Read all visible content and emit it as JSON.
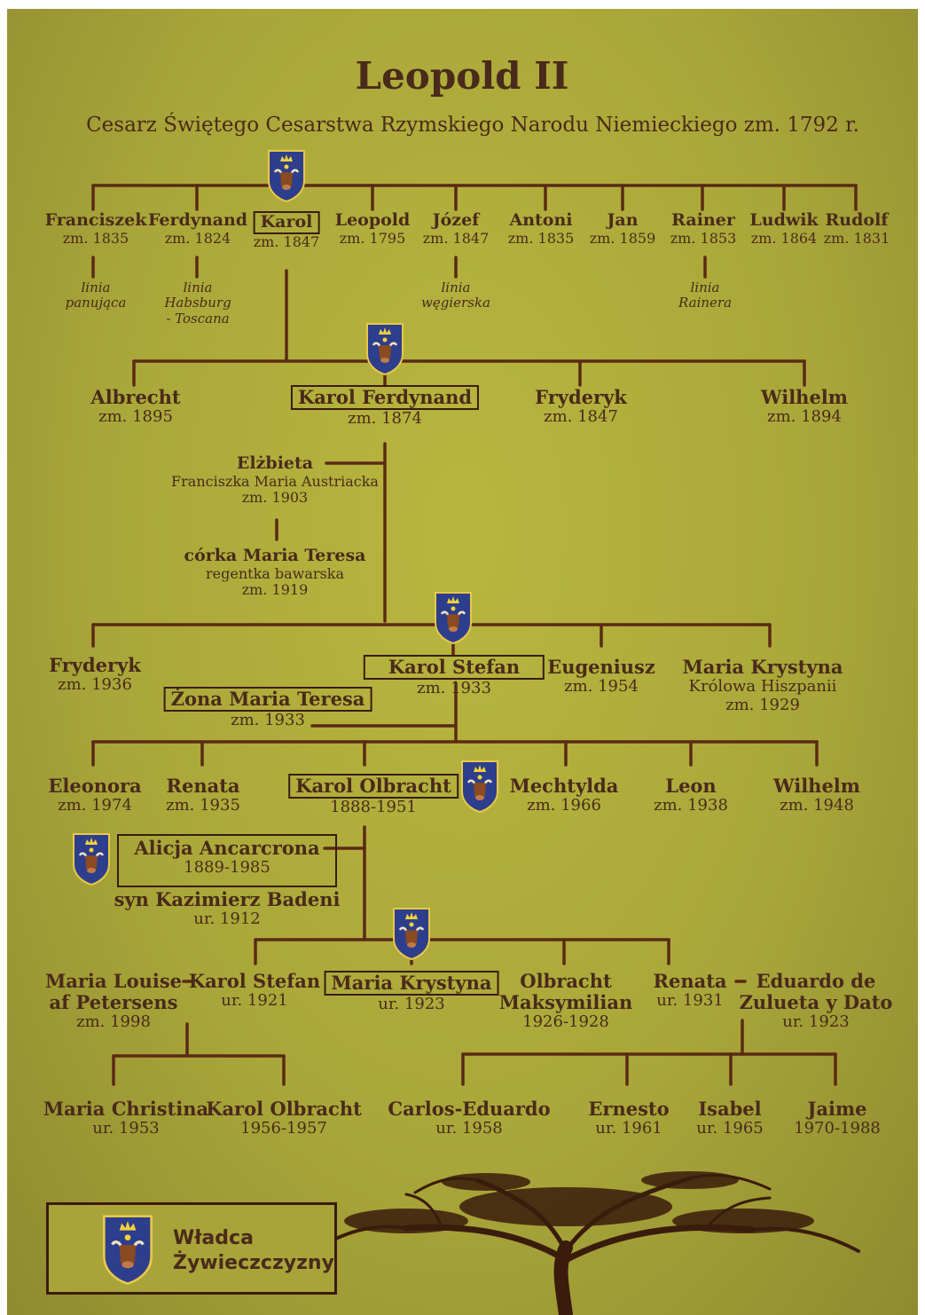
{
  "header": {
    "title": "Leopold II",
    "subtitle": "Cesarz Świętego Cesarstwa Rzymskiego Narodu Niemieckiego zm. 1792 r."
  },
  "gen1": [
    {
      "name": "Franciszek",
      "date": "zm. 1835"
    },
    {
      "name": "Ferdynand",
      "date": "zm. 1824"
    },
    {
      "name": "Karol",
      "date": "zm. 1847"
    },
    {
      "name": "Leopold",
      "date": "zm. 1795"
    },
    {
      "name": "Józef",
      "date": "zm. 1847"
    },
    {
      "name": "Antoni",
      "date": "zm. 1835"
    },
    {
      "name": "Jan",
      "date": "zm. 1859"
    },
    {
      "name": "Rainer",
      "date": "zm. 1853"
    },
    {
      "name": "Ludwik",
      "date": "zm. 1864"
    },
    {
      "name": "Rudolf",
      "date": "zm. 1831"
    }
  ],
  "lines": {
    "franciszek_1": "linia",
    "franciszek_2": "panująca",
    "ferdynand_1": "linia",
    "ferdynand_2": "Habsburg",
    "ferdynand_3": "- Toscana",
    "jozef_1": "linia",
    "jozef_2": "węgierska",
    "rainer_1": "linia",
    "rainer_2": "Rainera"
  },
  "gen2": [
    {
      "name": "Albrecht",
      "date": "zm. 1895"
    },
    {
      "name": "Karol Ferdynand",
      "date": "zm. 1874"
    },
    {
      "name": "Fryderyk",
      "date": "zm. 1847"
    },
    {
      "name": "Wilhelm",
      "date": "zm. 1894"
    }
  ],
  "elzbieta": {
    "name": "Elżbieta",
    "desc": "Franciszka Maria Austriacka",
    "date": "zm. 1903",
    "daughter": "córka Maria Teresa",
    "daughter_desc": "regentka bawarska",
    "daughter_date": "zm. 1919"
  },
  "gen3": {
    "fryderyk": {
      "name": "Fryderyk",
      "date": "zm. 1936"
    },
    "karol_stefan": {
      "name": "Karol Stefan",
      "date": "zm. 1933"
    },
    "eugeniusz": {
      "name": "Eugeniusz",
      "date": "zm. 1954"
    },
    "maria_krystyna": {
      "name": "Maria Krystyna",
      "desc": "Królowa Hiszpanii",
      "date": "zm. 1929"
    },
    "zona": {
      "name": "Żona Maria Teresa",
      "date": "zm. 1933"
    }
  },
  "gen4": [
    {
      "name": "Eleonora",
      "date": "zm. 1974"
    },
    {
      "name": "Renata",
      "date": "zm. 1935"
    },
    {
      "name": "Karol Olbracht",
      "date": "1888-1951"
    },
    {
      "name": "Mechtylda",
      "date": "zm. 1966"
    },
    {
      "name": "Leon",
      "date": "zm. 1938"
    },
    {
      "name": "Wilhelm",
      "date": "zm. 1948"
    }
  ],
  "alicja": {
    "name": "Alicja Ancarcrona",
    "date": "1889-1985",
    "son": "syn Kazimierz Badeni",
    "son_date": "ur. 1912"
  },
  "gen5": {
    "maria_louise_1": "Maria Louise",
    "maria_louise_2": "af Petersens",
    "maria_louise_date": "zm. 1998",
    "dash": "–",
    "karol_stefan": "Karol Stefan",
    "karol_stefan_date": "ur. 1921",
    "maria_krystyna": "Maria Krystyna",
    "maria_krystyna_date": "ur. 1923",
    "olbracht_1": "Olbracht",
    "olbracht_2": "Maksymilian",
    "olbracht_date": "1926-1928",
    "renata": "Renata",
    "renata_date": "ur. 1931",
    "eduardo_1": "Eduardo de",
    "eduardo_2": "Zulueta y Dato",
    "eduardo_date": "ur. 1923"
  },
  "gen6": [
    {
      "name": "Maria Christina",
      "date": "ur. 1953"
    },
    {
      "name": "Karol Olbracht",
      "date": "1956-1957"
    },
    {
      "name": "Carlos-Eduardo",
      "date": "ur. 1958"
    },
    {
      "name": "Ernesto",
      "date": "ur. 1961"
    },
    {
      "name": "Isabel",
      "date": "ur. 1965"
    },
    {
      "name": "Jaime",
      "date": "1970-1988"
    }
  ],
  "legend": {
    "line1": "Władca",
    "line2": "Żywieczczyzny"
  },
  "colors": {
    "parchment": "#b1ae3c",
    "ink": "#4a2a1a",
    "line": "#5a2a14",
    "shield_blue": "#2d3e8c",
    "bull": "#8a4a22"
  },
  "icons": [
    "crest-icon",
    "bull-icon",
    "crown-icon",
    "tree-silhouette"
  ]
}
